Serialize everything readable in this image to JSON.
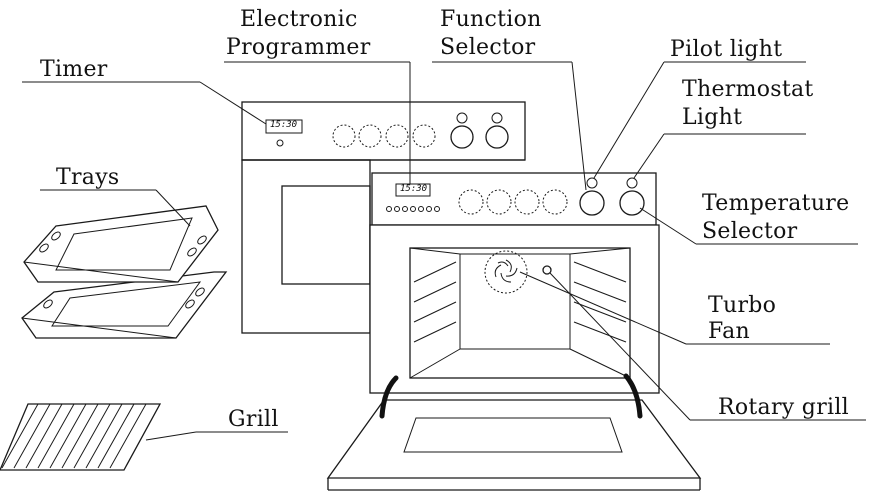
{
  "labels": {
    "electronic": "Electronic",
    "programmer": "Programmer",
    "function": "Function",
    "selector": "Selector",
    "pilot_light": "Pilot light",
    "thermostat": "Thermostat",
    "light": "Light",
    "timer": "Timer",
    "trays": "Trays",
    "temperature": "Temperature",
    "temperature_selector": "Selector",
    "turbo": "Turbo",
    "fan": "Fan",
    "rotary_grill": "Rotary grill",
    "grill": "Grill"
  },
  "displays": {
    "back_clock": "15:30",
    "front_clock": "15:30"
  }
}
